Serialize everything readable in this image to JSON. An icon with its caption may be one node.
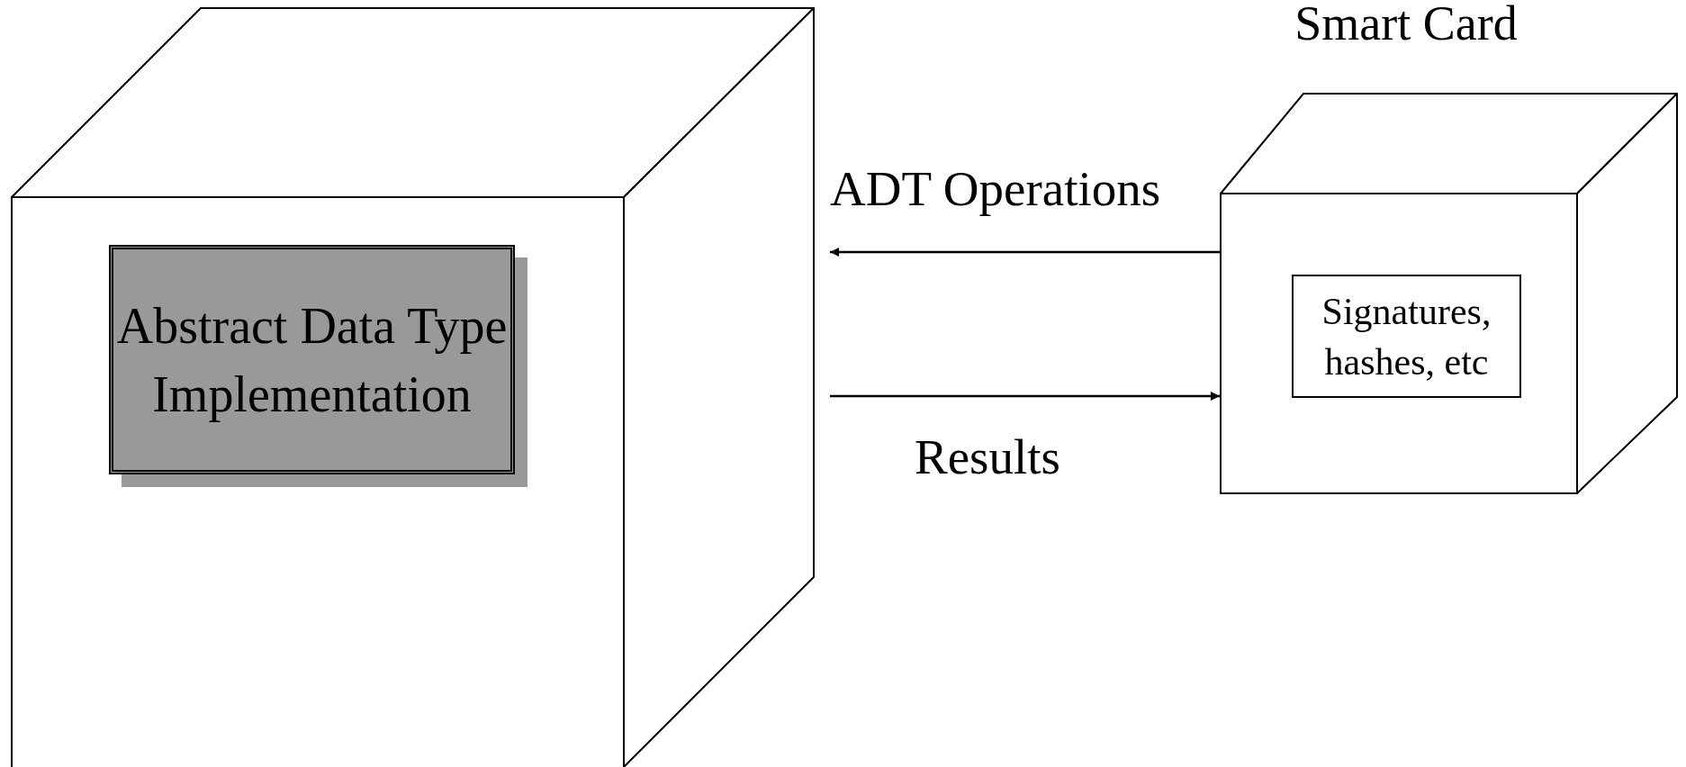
{
  "diagram": {
    "nodes": [
      {
        "text": [],
        "shape": "cube"
      },
      {
        "text": [
          "Abstract Data Type Implementation"
        ],
        "in": 0
      },
      {
        "text": [
          "Smart Card"
        ]
      },
      {
        "text": [
          "Signatures, hashes, etc"
        ],
        "in": 2
      }
    ],
    "edges": [
      {
        "from": 2,
        "to": 0,
        "arrow": "to",
        "label": "ADT Operations"
      },
      {
        "from": 0,
        "to": 2,
        "arrow": "to",
        "label": "Results"
      }
    ]
  }
}
